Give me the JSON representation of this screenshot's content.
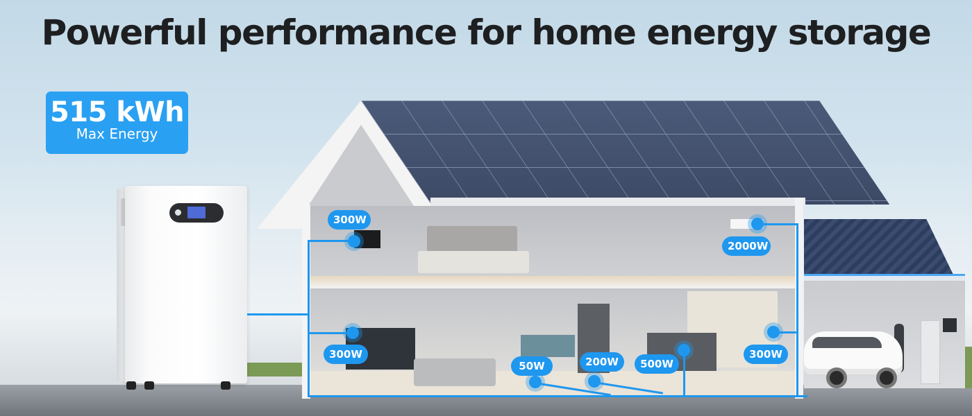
{
  "title": "Powerful performance for home energy storage",
  "badge": {
    "value": "515 kWh",
    "label": "Max Energy"
  },
  "power_labels": [
    {
      "id": "upper-tv",
      "text": "300W"
    },
    {
      "id": "air-conditioner",
      "text": "2000W"
    },
    {
      "id": "lower-tv",
      "text": "300W"
    },
    {
      "id": "aquarium",
      "text": "50W"
    },
    {
      "id": "refrigerator",
      "text": "200W"
    },
    {
      "id": "coffee-machine",
      "text": "500W"
    },
    {
      "id": "kitchen",
      "text": "300W"
    }
  ],
  "colors": {
    "accent": "#1e97ef",
    "badge": "#2aa0f2",
    "title": "#1e1f21"
  }
}
